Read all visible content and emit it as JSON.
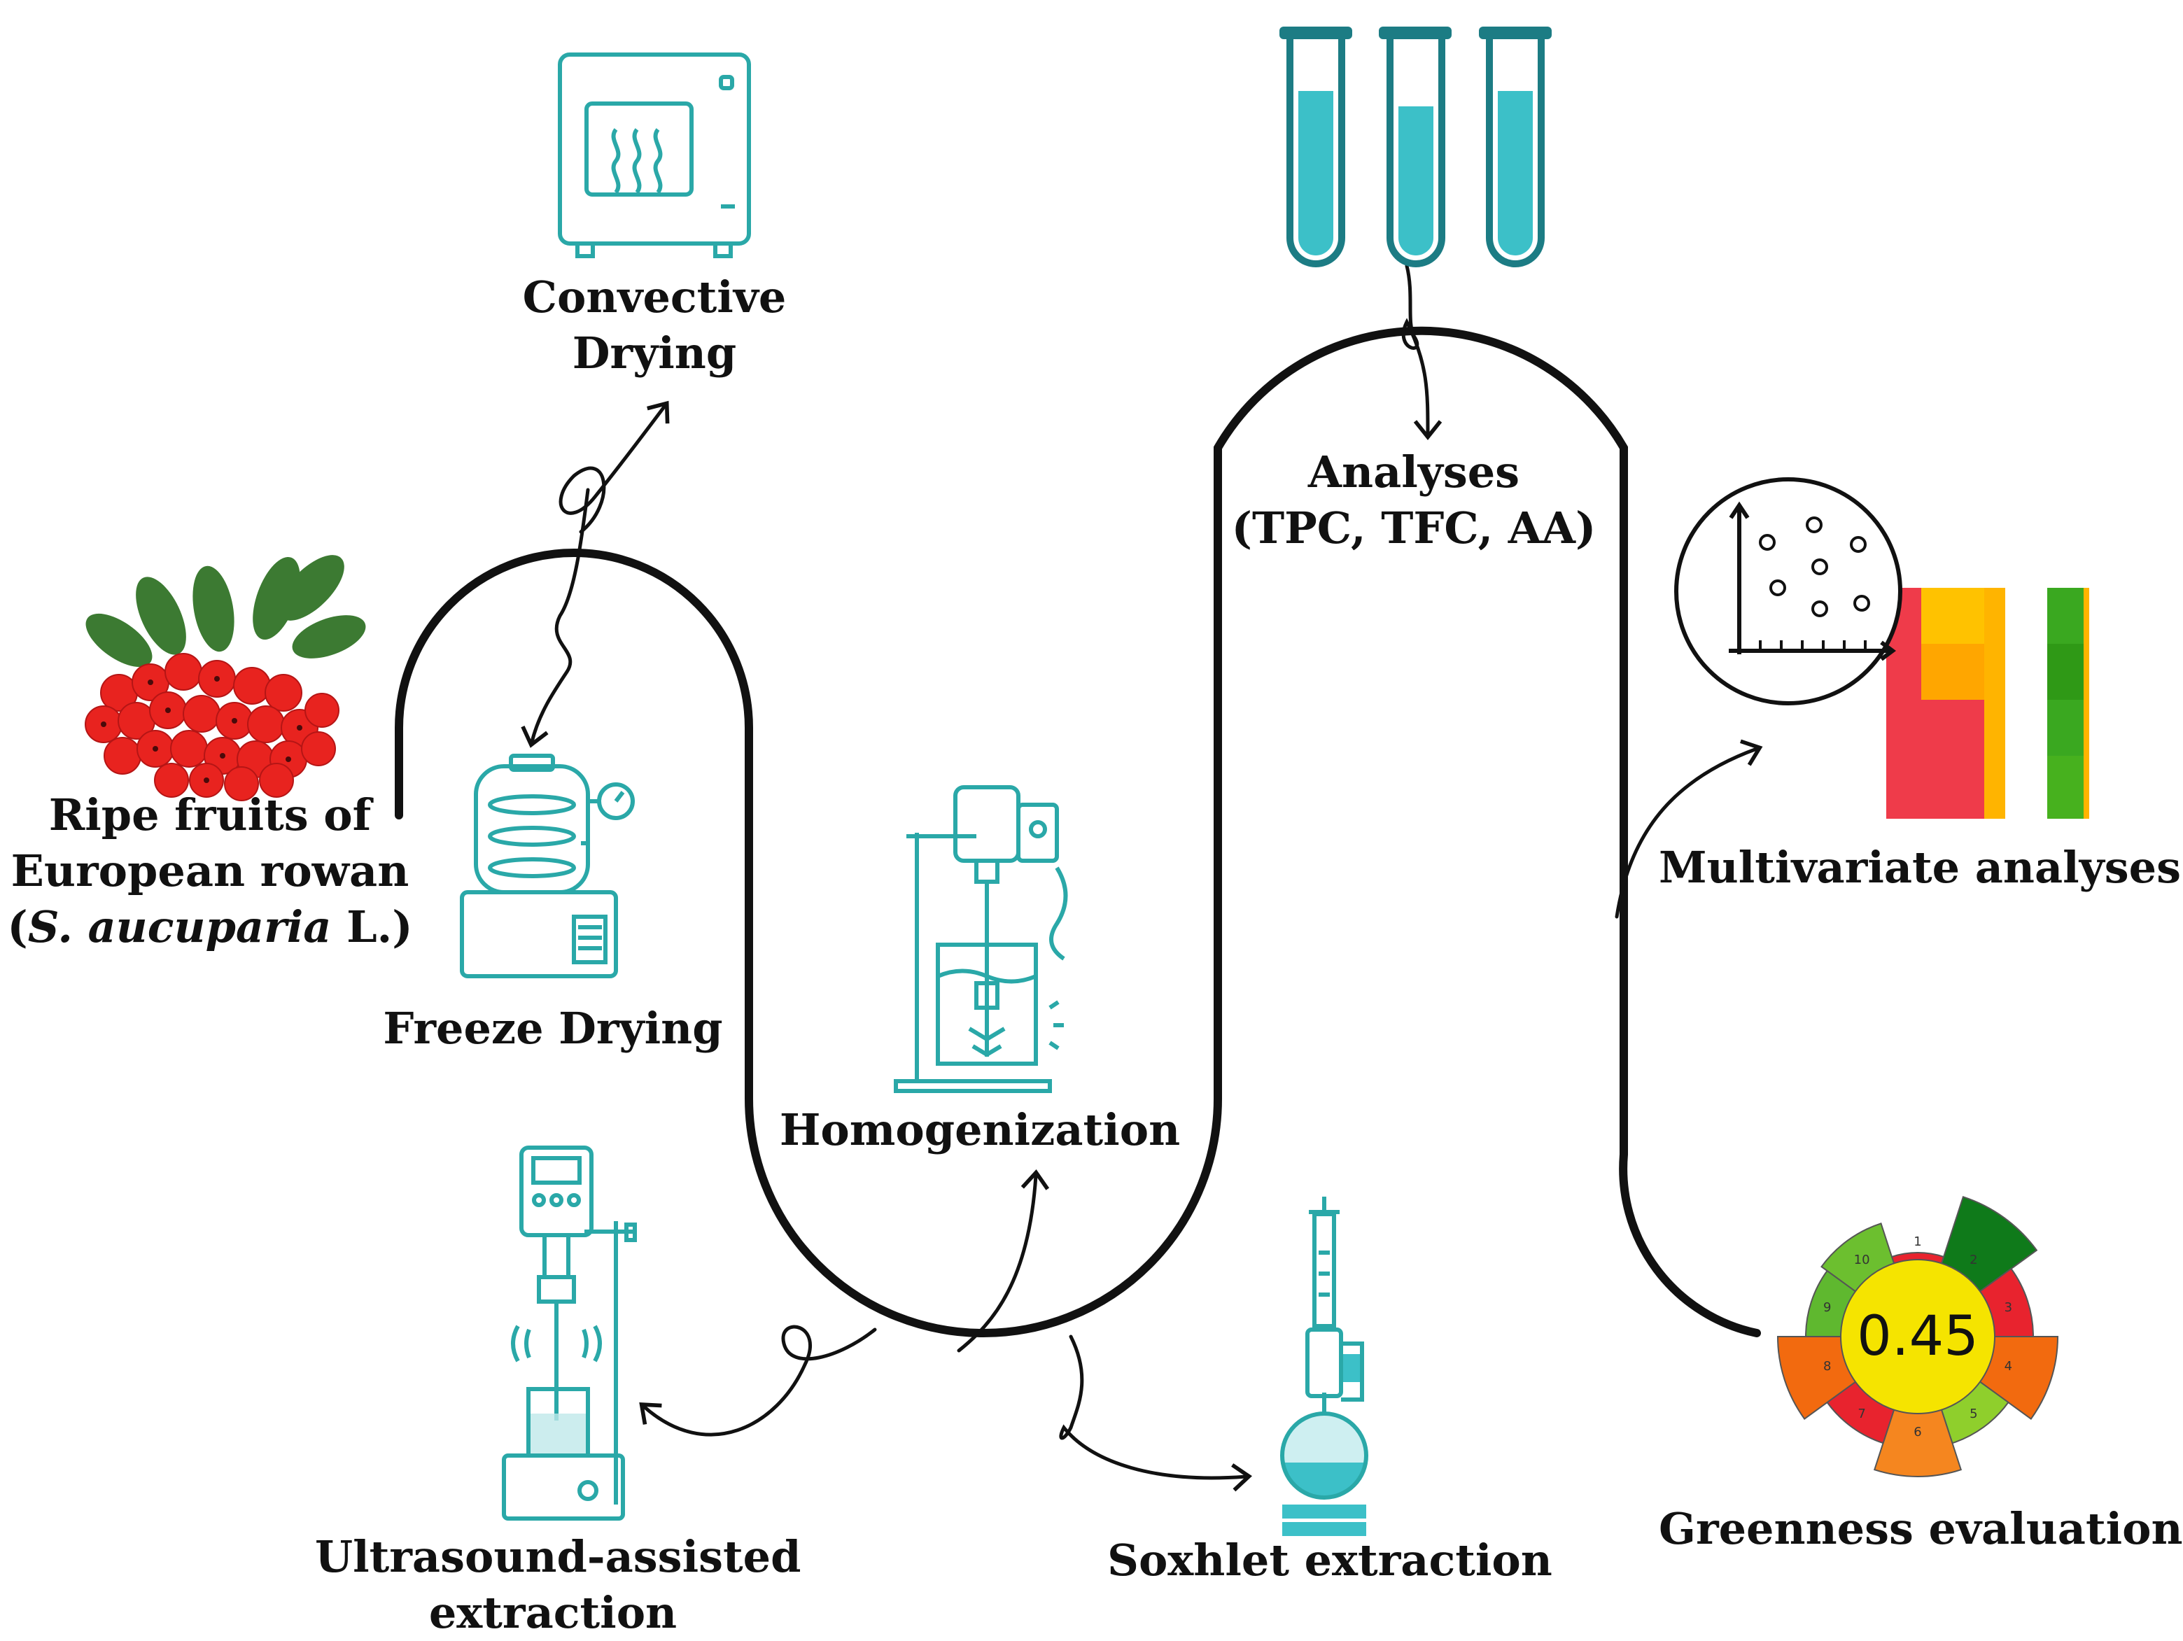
{
  "labels": {
    "fruits": {
      "line1": "Ripe fruits of",
      "line2": "European rowan",
      "paren_open": "(",
      "species": "S. aucuparia",
      "author": " L.)"
    },
    "convective_drying": {
      "line1": "Convective",
      "line2": "Drying"
    },
    "freeze_drying": "Freeze Drying",
    "homogenization": "Homogenization",
    "ultrasound": {
      "line1": "Ultrasound-assisted",
      "line2": "extraction"
    },
    "soxhlet": "Soxhlet extraction",
    "analyses": {
      "line1": "Analyses",
      "line2": "(TPC, TFC, AA)"
    },
    "multivariate": "Multivariate analyses",
    "greenness": "Greenness evaluation"
  },
  "greenness_gauge": {
    "score": "0.45",
    "segments": [
      "1",
      "2",
      "3",
      "4",
      "5",
      "6",
      "7",
      "8",
      "9",
      "10"
    ],
    "segment_colors": [
      "#e8232e",
      "#0f7a1a",
      "#e8232e",
      "#f26a0f",
      "#8fcf2c",
      "#f5861f",
      "#e8232e",
      "#f26a0f",
      "#5fb82f",
      "#6cbf2f"
    ],
    "center_color": "#f5e400"
  },
  "icons": [
    "rowan-berries-icon",
    "convective-oven-icon",
    "freeze-dryer-icon",
    "homogenizer-icon",
    "ultrasound-probe-icon",
    "soxhlet-apparatus-icon",
    "test-tubes-icon",
    "scatter-plot-icon",
    "heatmap-icon",
    "greenness-gauge-icon"
  ],
  "colors": {
    "accent": "#2aa8a8",
    "tube_fill": "#3cc0c8",
    "line": "#111111"
  }
}
